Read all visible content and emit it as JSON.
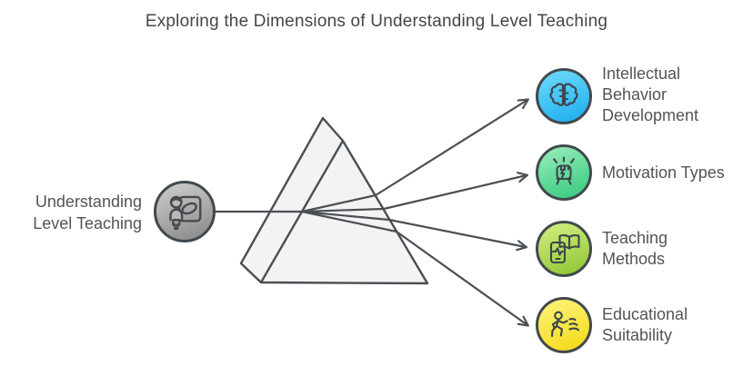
{
  "title": "Exploring the Dimensions of Understanding Level Teaching",
  "source_node": {
    "label": "Understanding\nLevel Teaching",
    "icon": "teacher-presenting-icon",
    "color": "#9a9a9a"
  },
  "prism": {
    "shape": "triangular-prism",
    "fill": "#f3f3f3",
    "stroke": "#4a4f54"
  },
  "connector_color": "#4a4f54",
  "outputs": [
    {
      "label": "Intellectual\nBehavior\nDevelopment",
      "icon": "brain-icon",
      "color": "#29b6f3"
    },
    {
      "label": "Motivation Types",
      "icon": "raised-fist-icon",
      "color": "#4fd68d"
    },
    {
      "label": "Teaching\nMethods",
      "icon": "phone-book-icon",
      "color": "#9ccc3f"
    },
    {
      "label": "Educational\nSuitability",
      "icon": "running-person-icon",
      "color": "#f7e01f"
    }
  ]
}
